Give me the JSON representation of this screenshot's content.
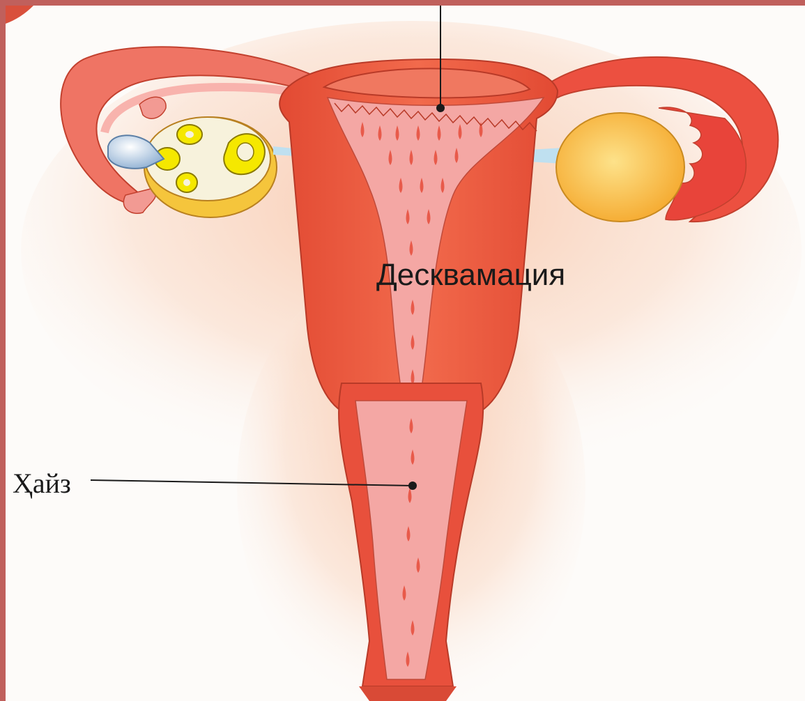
{
  "labels": {
    "desquamation": "Десквамация",
    "menses": "Ҳайз"
  },
  "colors": {
    "frame": "#c0605c",
    "background": "#fdfbf9",
    "uterus_wall": "#e8503c",
    "uterus_light": "#f08a6a",
    "endometrium": "#f4a7a4",
    "ovary_yellow": "#f6b93b",
    "follicle": "#f5e800",
    "egg": "#aac4dc"
  },
  "icons": [
    "uterus-illustration",
    "ovary-left",
    "ovary-right",
    "fallopian-tube-left",
    "fallopian-tube-right",
    "ovum"
  ]
}
